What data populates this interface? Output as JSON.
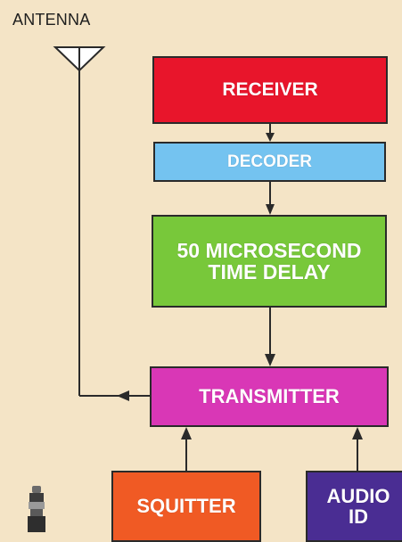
{
  "antenna": {
    "label": "ANTENNA"
  },
  "blocks": {
    "receiver": {
      "label": "RECEIVER",
      "color": "#e8152b"
    },
    "decoder": {
      "label": "DECODER",
      "color": "#74c3f0"
    },
    "delay": {
      "label": "50 MICROSECOND\nTIME DELAY",
      "color": "#78c83a"
    },
    "transmitter": {
      "label": "TRANSMITTER",
      "color": "#d937b6"
    },
    "squitter": {
      "label": "SQUITTER",
      "color": "#f05a24"
    },
    "audio_id": {
      "label": "AUDIO\nID",
      "color": "#4a2d93"
    }
  },
  "colors": {
    "background": "#f4e4c6",
    "line": "#2a2a2a"
  },
  "icons": {
    "antenna": "antenna-icon",
    "device": "device-icon"
  }
}
